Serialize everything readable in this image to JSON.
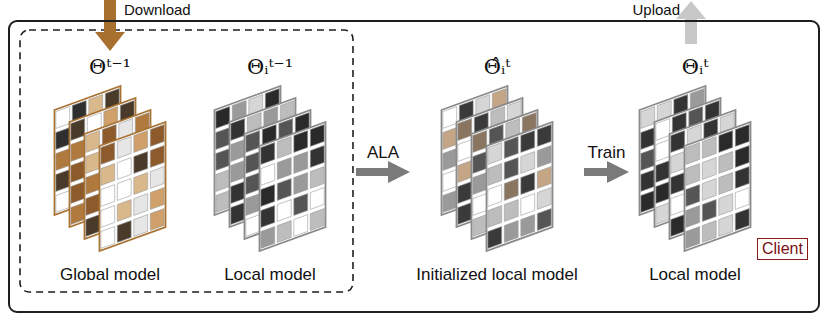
{
  "diagram": {
    "nodes": [
      {
        "text": [
          "Client"
        ]
      },
      {
        "text": [
          "Θᵗ⁻¹",
          "Global model"
        ],
        "in": 0
      },
      {
        "text": [
          "Θᵢᵗ⁻¹",
          "Local model"
        ],
        "in": 0
      },
      {
        "text": [
          "Θ̂ᵢᵗ",
          "Initialized local model"
        ],
        "in": 0
      },
      {
        "text": [
          "Θᵢᵗ",
          "Local model"
        ],
        "in": 0
      }
    ],
    "edges": [
      {
        "from": 2,
        "to": 3,
        "label": "ALA",
        "arrow": "to"
      },
      {
        "from": 3,
        "to": 4,
        "label": "Train",
        "arrow": "to"
      }
    ],
    "labels": [
      "Download",
      "Upload"
    ]
  }
}
